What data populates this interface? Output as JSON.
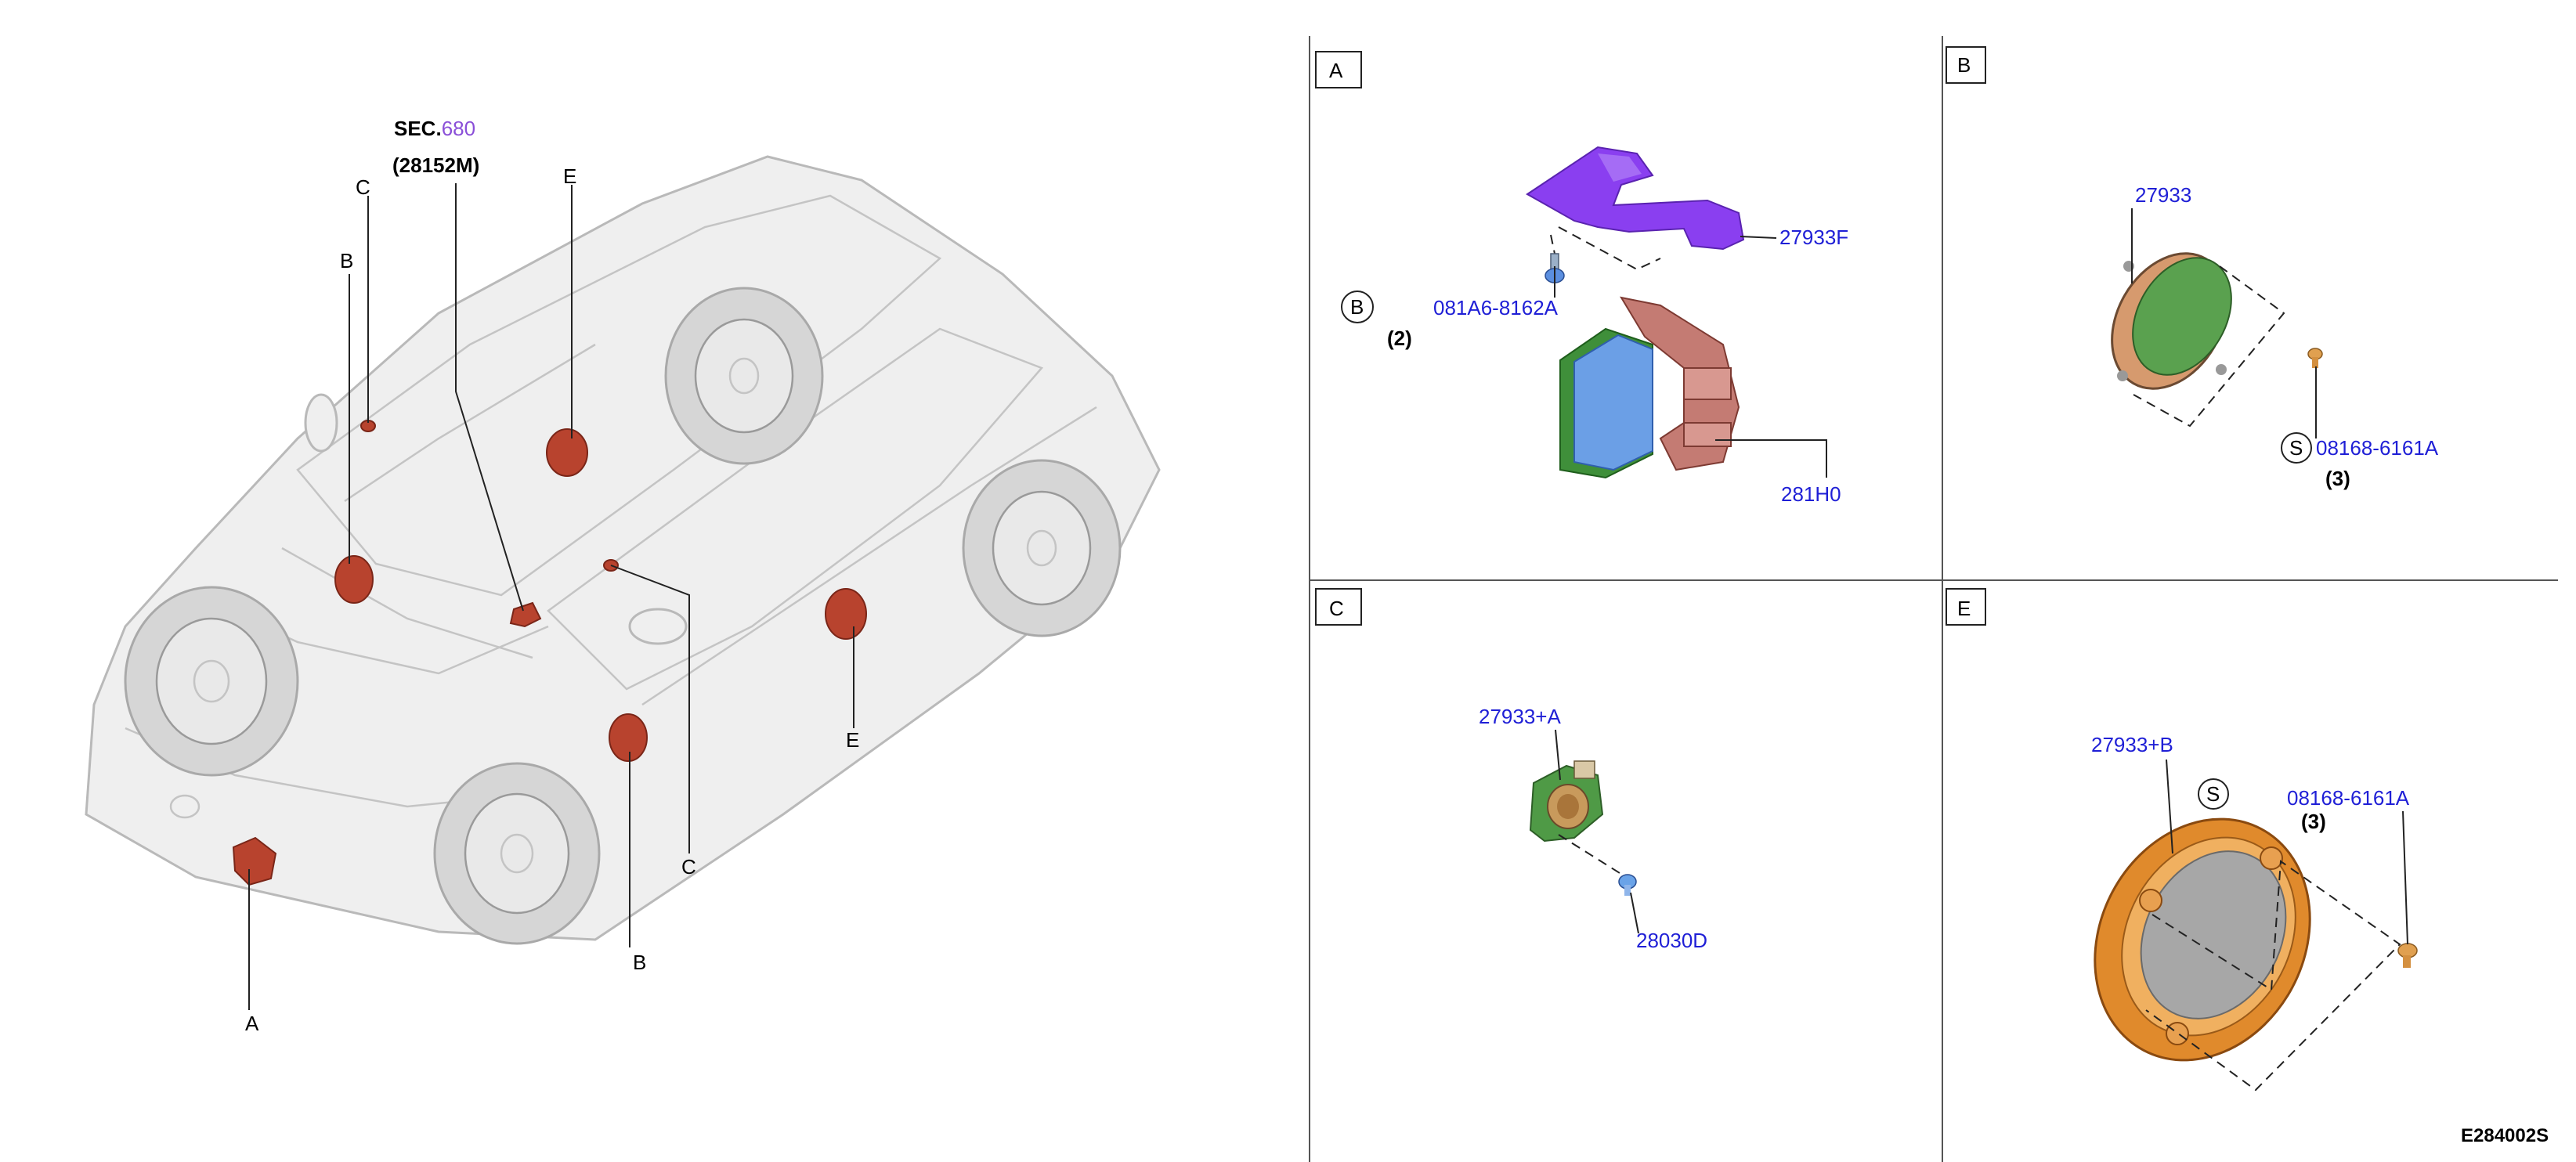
{
  "overview": {
    "section_prefix": "SEC.",
    "section_number": "680",
    "section_part": "(28152M)",
    "callouts": {
      "a": "A",
      "b_upper": "B",
      "c_upper": "C",
      "e_upper": "E",
      "e_lower": "E",
      "c_lower": "C",
      "b_lower": "B"
    }
  },
  "panels": {
    "a": {
      "tag": "A",
      "parts": [
        "27933F",
        "081A6-8162A",
        "281H0"
      ],
      "symbol": "B",
      "qty": "(2)"
    },
    "b": {
      "tag": "B",
      "parts": [
        "27933",
        "08168-6161A"
      ],
      "symbol": "S",
      "qty": "(3)"
    },
    "c": {
      "tag": "C",
      "parts": [
        "27933+A",
        "28030D"
      ]
    },
    "e": {
      "tag": "E",
      "parts": [
        "27933+B",
        "08168-6161A"
      ],
      "symbol": "S",
      "qty": "(3)"
    }
  },
  "diagram_code": "E284002S",
  "colors": {
    "part_number": "#1f1fd6",
    "section_link": "#8a4fd8",
    "speaker_red": "#b8432e",
    "bracket_purple": "#8a3ff0",
    "module_blue": "#5b8fe0",
    "module_green": "#3f8f3a",
    "orange_ring": "#e08a2c"
  }
}
